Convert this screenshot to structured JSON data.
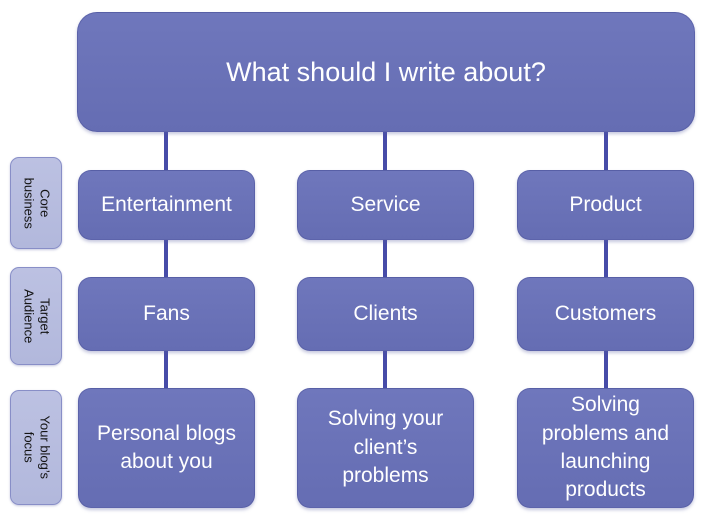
{
  "title": "What should I write about?",
  "side_labels": [
    "Core business",
    "Target Audience",
    "Your blog’s focus"
  ],
  "columns": [
    {
      "core_business": "Entertainment",
      "target_audience": "Fans",
      "blog_focus": "Personal blogs about you"
    },
    {
      "core_business": "Service",
      "target_audience": "Clients",
      "blog_focus": "Solving your client’s problems"
    },
    {
      "core_business": "Product",
      "target_audience": "Customers",
      "blog_focus": "Solving problems and launching products"
    }
  ],
  "colors": {
    "node_fill": "#6a72b8",
    "node_text": "#ffffff",
    "side_label_fill": "#b7bcdf",
    "side_label_border": "#888ec7",
    "side_label_text": "#141414",
    "connector": "#474ca8",
    "background": "#ffffff"
  }
}
